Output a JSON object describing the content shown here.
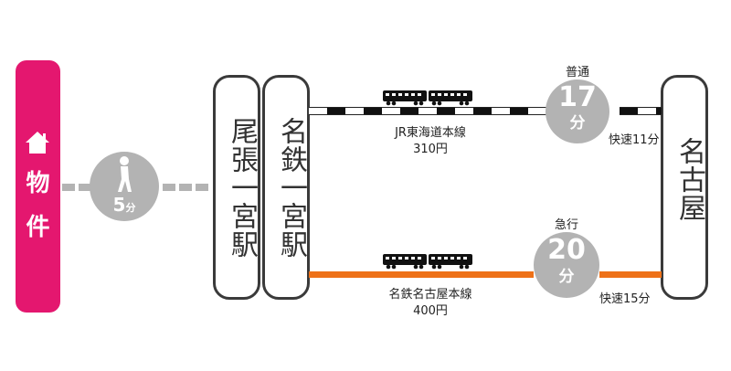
{
  "property": {
    "icon": "house-icon",
    "label_line1": "物",
    "label_line2": "件",
    "color": "#e4176f"
  },
  "walk": {
    "icon": "walking-person-icon",
    "minutes": "5",
    "unit": "分"
  },
  "stations": {
    "origin_jr": {
      "name": "尾張一宮駅"
    },
    "origin_meitetsu": {
      "name": "名鉄一宮駅"
    },
    "destination": {
      "name": "名古屋"
    }
  },
  "routes": {
    "jr": {
      "line_name": "JR東海道本線",
      "fare": "310円",
      "service_type": "普通",
      "minutes": "17",
      "unit": "分",
      "rapid_note": "快速11分",
      "line_style": "black-white-striped",
      "train_icon": "train-icon"
    },
    "meitetsu": {
      "line_name": "名鉄名古屋本線",
      "fare": "400円",
      "service_type": "急行",
      "minutes": "20",
      "unit": "分",
      "rapid_note": "快速15分",
      "line_color": "#ee7118",
      "train_icon": "train-icon"
    }
  },
  "colors": {
    "circle_gray": "#b3b3b3",
    "station_border": "#3a3a3a"
  }
}
